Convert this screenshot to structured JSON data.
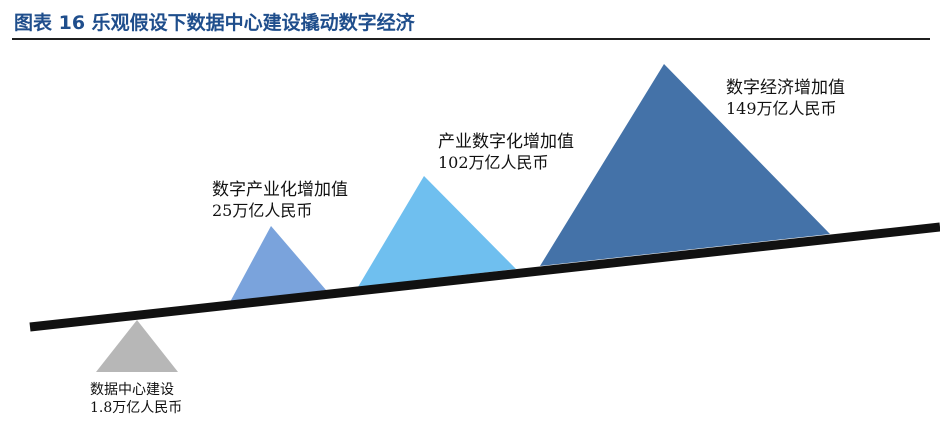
{
  "title": "图表 16 乐观假设下数据中心建设撬动数字经济",
  "colors": {
    "title": "#1f4e8c",
    "beam": "#111111",
    "fulcrum": "#b7b7b7",
    "digital_industrialization": "#7aa3dc",
    "industrial_digitalization": "#6fbfef",
    "digital_economy": "#4472a8"
  },
  "items": {
    "fulcrum": {
      "name": "数据中心建设",
      "value": "1.8万亿人民币"
    },
    "digital_industrialization": {
      "name": "数字产业化增加值",
      "value": "25万亿人民币"
    },
    "industrial_digitalization": {
      "name": "产业数字化增加值",
      "value": "102万亿人民币"
    },
    "digital_economy": {
      "name": "数字经济增加值",
      "value": "149万亿人民币"
    }
  }
}
